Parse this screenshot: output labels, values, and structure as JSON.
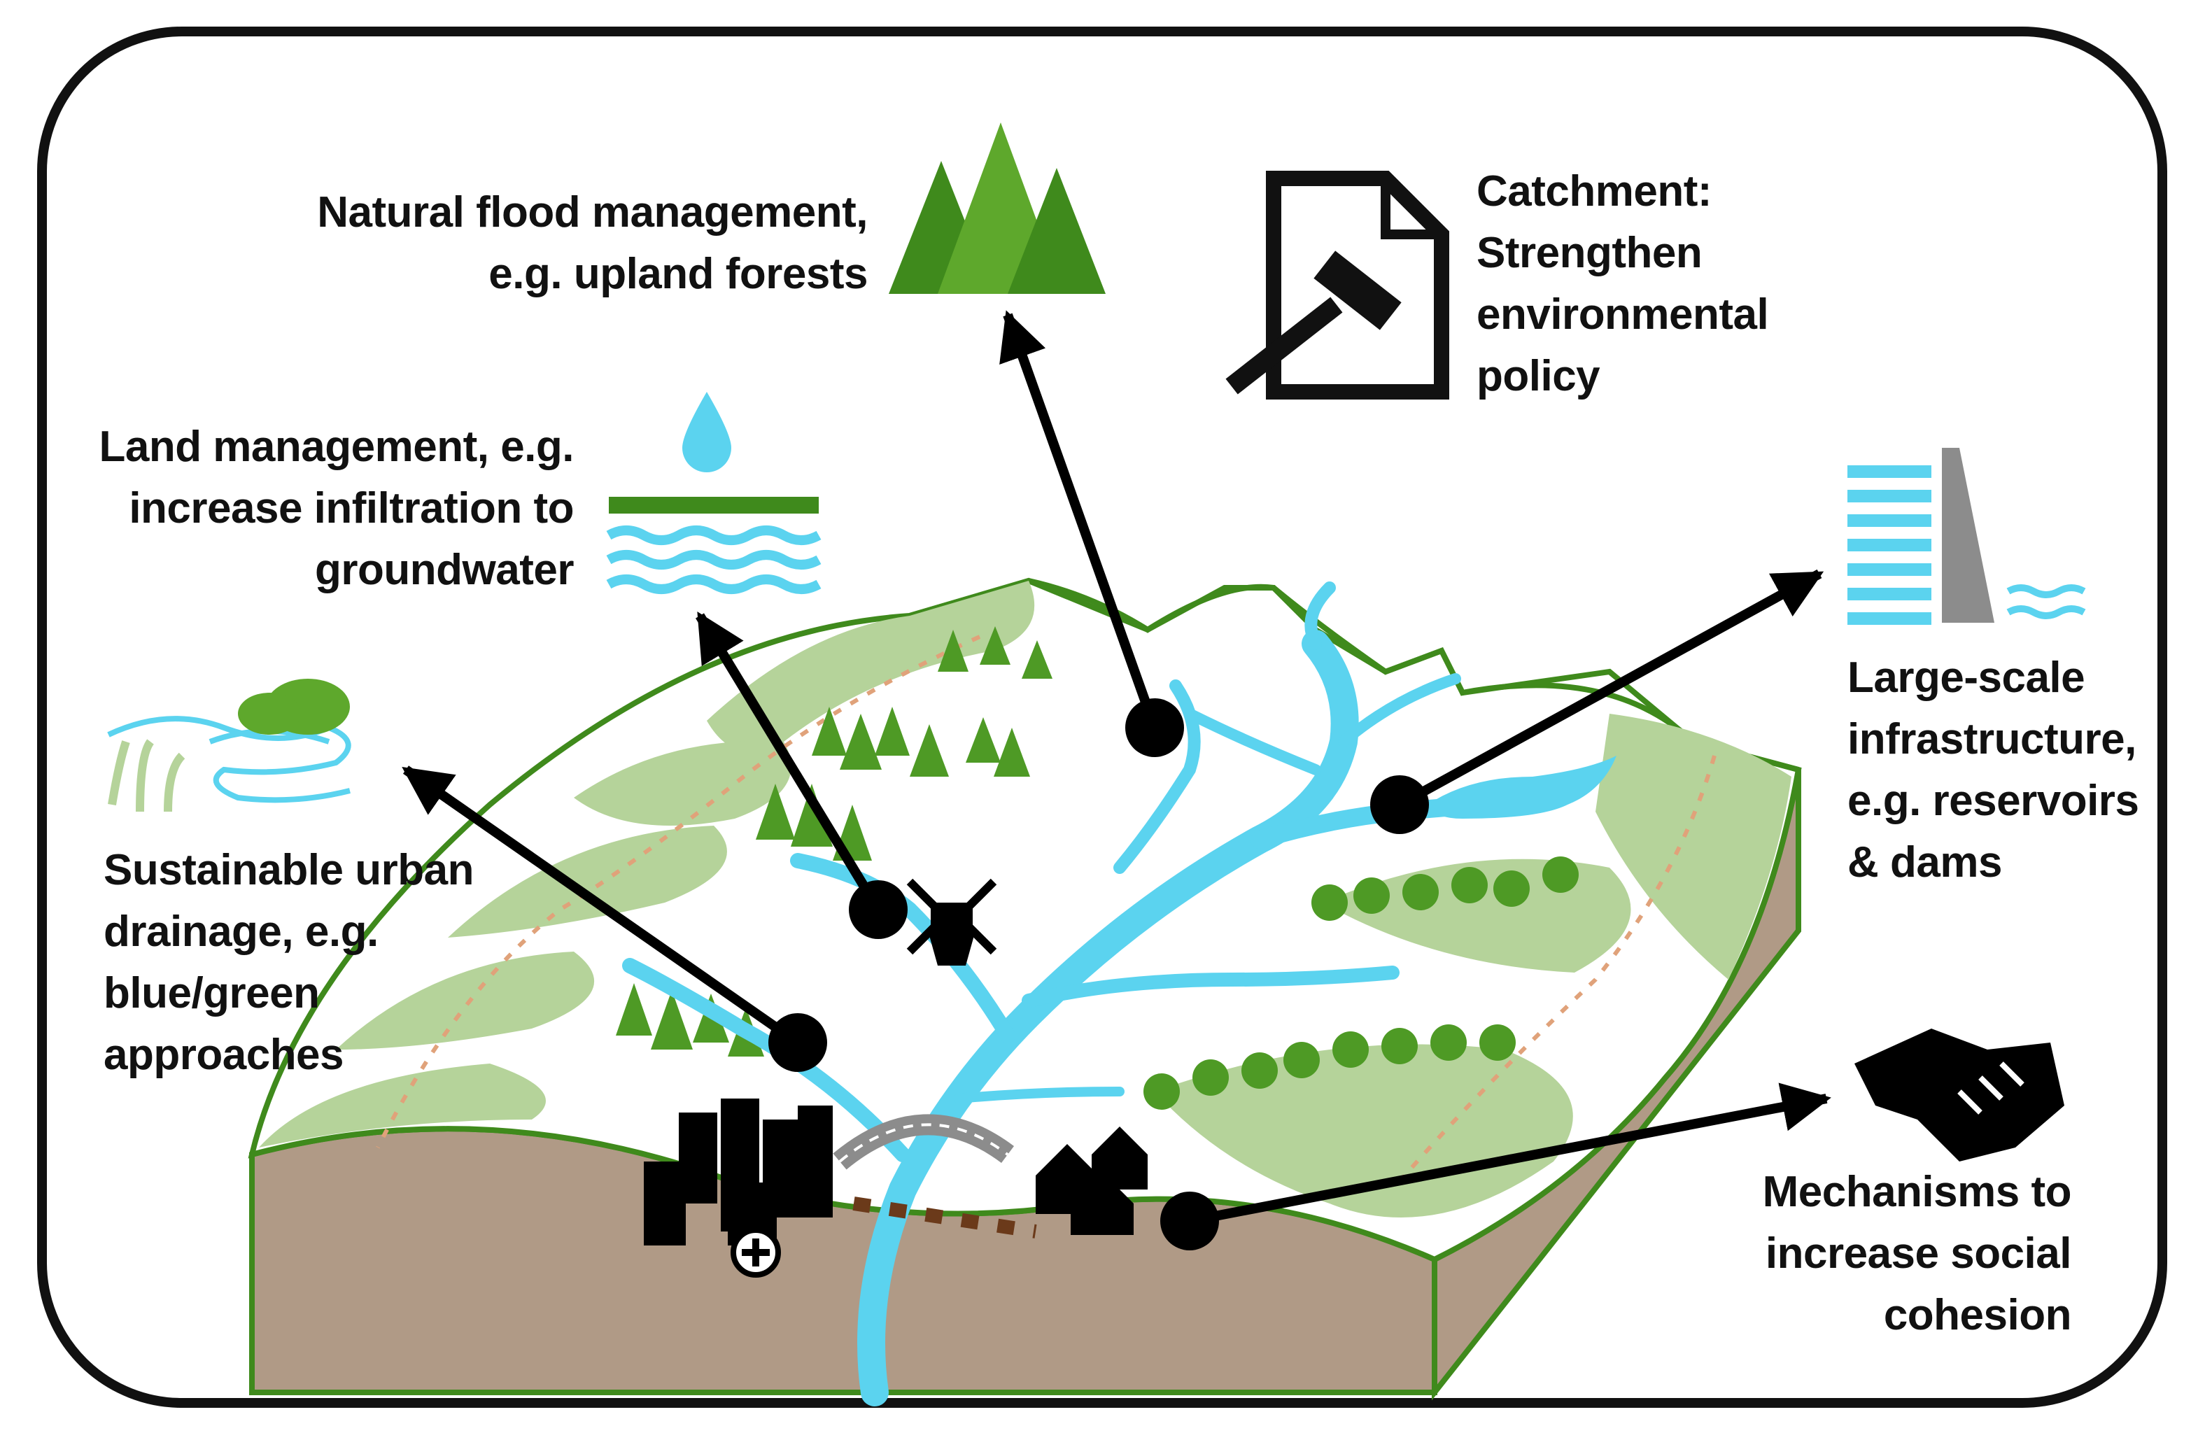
{
  "labels": {
    "natural_flood": "Natural flood management,\ne.g. upland forests",
    "catchment": "Catchment:\nStrengthen\nenvironmental\npolicy",
    "land_management": "Land management, e.g.\nincrease infiltration to\ngroundwater",
    "large_scale": "Large-scale\ninfrastructure,\ne.g. reservoirs\n& dams",
    "suds": "Sustainable urban\ndrainage, e.g.\nblue/green\napproaches",
    "social": "Mechanisms to\nincrease social\ncohesion"
  },
  "icons": [
    "forest-icon",
    "policy-document-icon",
    "gavel-icon",
    "water-drop-icon",
    "infiltration-icon",
    "dam-icon",
    "reservoir-icon",
    "wetland-icon",
    "handshake-icon",
    "windmill-icon",
    "city-icon",
    "hospital-icon",
    "houses-icon",
    "bridge-icon"
  ],
  "colors": {
    "frame": "#111111",
    "river": "#5bd3ef",
    "green_dark": "#3f8a1c",
    "green_mid": "#5ea82c",
    "green_light": "#b5d39a",
    "soil": "#b09a86",
    "grey": "#8c8c8c",
    "arrow": "#000000"
  }
}
